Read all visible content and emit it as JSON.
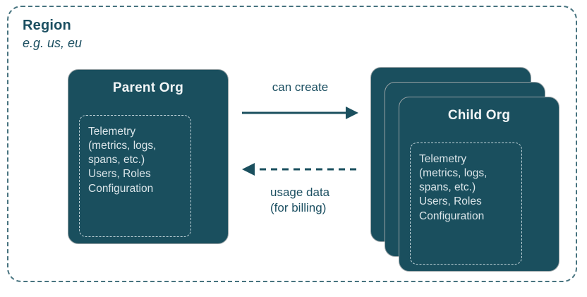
{
  "colors": {
    "box_teal": "#1a4f5e",
    "text_dark_teal": "#1b4f61",
    "title_light": "#f2f6f7",
    "body_text_light": "#dbe5e9",
    "inner_dashed_border": "#c2d4da",
    "region_dashed_border": "#47737f",
    "card_outline_grey": "#98a2a5",
    "background": "#ffffff"
  },
  "region": {
    "title": "Region",
    "subtitle": "e.g. us, eu"
  },
  "parent_org": {
    "title": "Parent Org",
    "contents": "Telemetry\n(metrics, logs,\nspans, etc.)\nUsers, Roles\nConfiguration"
  },
  "child_org": {
    "title": "Child Org",
    "contents": "Telemetry\n(metrics, logs,\nspans, etc.)\nUsers, Roles\nConfiguration",
    "stack_count": 3
  },
  "arrows": {
    "can_create": {
      "label": "can create",
      "style": "solid",
      "direction": "right"
    },
    "usage_data": {
      "label": "usage data\n(for billing)",
      "style": "dashed",
      "direction": "left"
    }
  }
}
